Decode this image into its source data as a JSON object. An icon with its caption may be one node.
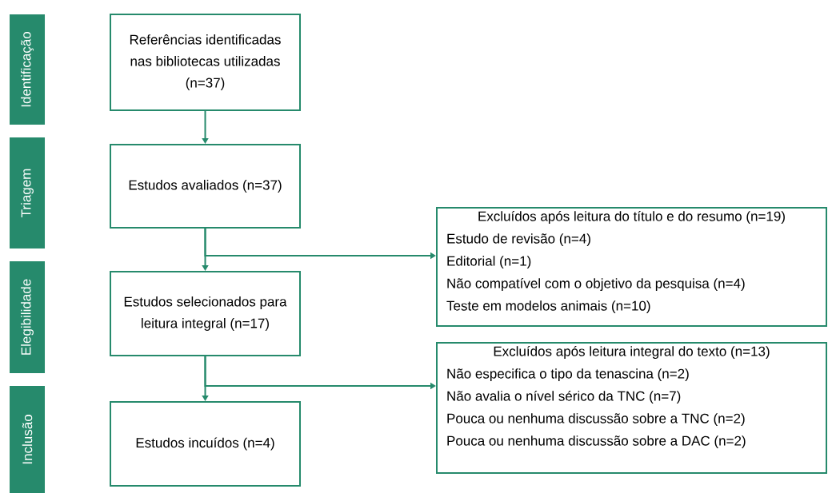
{
  "diagram": {
    "nodes": [
      {
        "text": [
          "Identificação"
        ]
      },
      {
        "text": [
          "Triagem"
        ]
      },
      {
        "text": [
          "Elegibilidade"
        ]
      },
      {
        "text": [
          "Inclusão"
        ]
      },
      {
        "text": [
          "Referências identificadas nas bibliotecas utilizadas (n=37)"
        ]
      },
      {
        "text": [
          "Estudos avaliados (n=37)"
        ]
      },
      {
        "text": [
          "Estudos selecionados para leitura integral (n=17)"
        ]
      },
      {
        "text": [
          "Estudos incuídos (n=4)"
        ]
      },
      {
        "text": [
          "Excluídos após leitura do título e do resumo (n=19)",
          "Estudo de revisão (n=4)",
          "Editorial (n=1)",
          "Não compatível com o objetivo da pesquisa (n=4)",
          "Teste em modelos animais (n=10)"
        ]
      },
      {
        "text": [
          "Excluídos após leitura integral do texto (n=13)",
          "Não especifica o tipo da tenascina (n=2)",
          "Não avalia o nível sérico da TNC (n=7)",
          "Pouca ou nenhuma discussão sobre a TNC (n=2)",
          "Pouca ou nenhuma discussão sobre a DAC (n=2)"
        ]
      }
    ],
    "edges": [
      {
        "from": 4,
        "to": 5,
        "arrow": "to"
      },
      {
        "from": 5,
        "to": 6,
        "arrow": "to"
      },
      {
        "from": 5,
        "to": 8,
        "arrow": "to"
      },
      {
        "from": 6,
        "to": 7,
        "arrow": "to"
      },
      {
        "from": 6,
        "to": 9,
        "arrow": "to"
      }
    ]
  }
}
